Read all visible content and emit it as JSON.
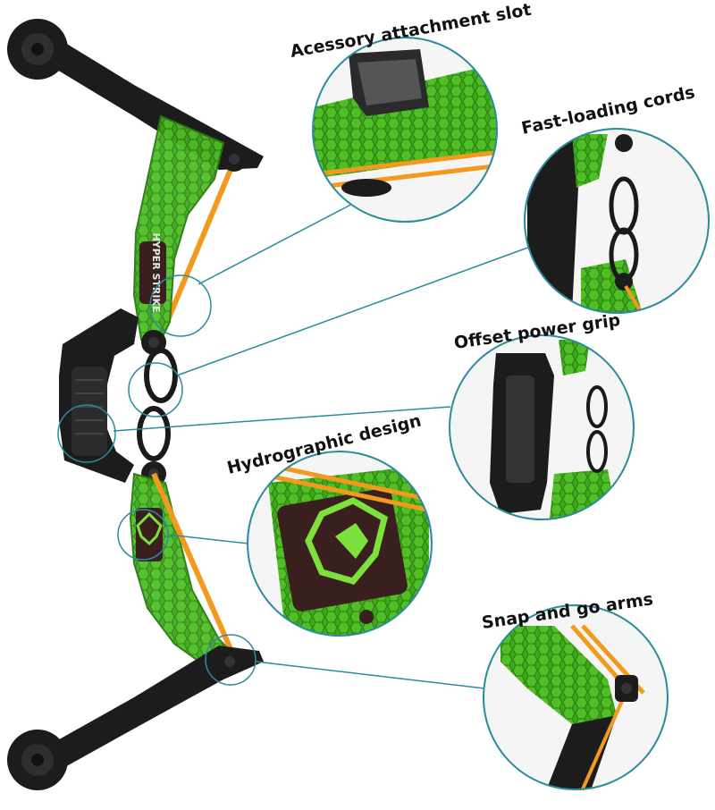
{
  "callouts": [
    {
      "id": "accessory",
      "label": "Acessory attachment slot"
    },
    {
      "id": "cords",
      "label": "Fast-loading cords"
    },
    {
      "id": "grip",
      "label": "Offset power grip"
    },
    {
      "id": "hydro",
      "label": "Hydrographic design"
    },
    {
      "id": "arms",
      "label": "Snap and go arms"
    }
  ],
  "bow": {
    "brand_text": "HYPER STRIKE"
  },
  "colors": {
    "limb_green": "#3ea81c",
    "limb_dark_green": "#2a7a12",
    "string_orange": "#f39a1e",
    "frame_black": "#1c1c1c",
    "leader_teal": "#2a8c9c",
    "emblem_green": "#7ee03a",
    "emblem_bg": "#3a1f1f"
  }
}
